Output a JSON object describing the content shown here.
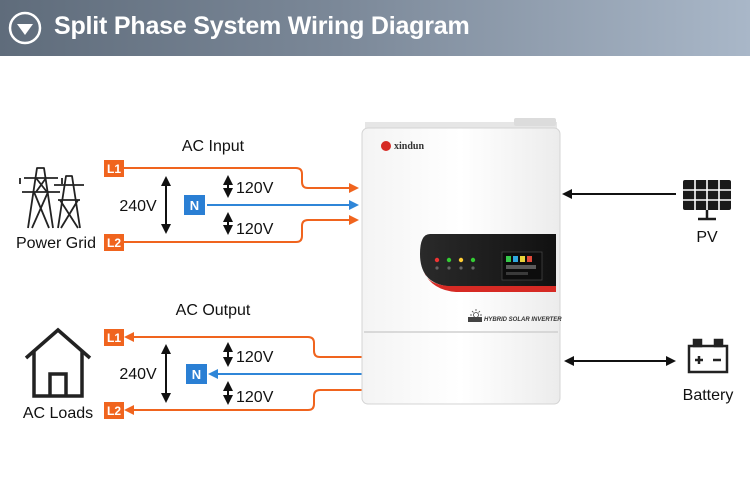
{
  "header": {
    "title": "Split Phase System Wiring Diagram",
    "icon": "chevron-down-circle-icon"
  },
  "input": {
    "title": "AC Input",
    "l1": "L1",
    "n": "N",
    "l2": "L2",
    "total_voltage": "240V",
    "upper_voltage": "120V",
    "lower_voltage": "120V",
    "source_label": "Power Grid",
    "source_icon": "power-tower-icon"
  },
  "output": {
    "title": "AC Output",
    "l1": "L1",
    "n": "N",
    "l2": "L2",
    "total_voltage": "240V",
    "upper_voltage": "120V",
    "lower_voltage": "120V",
    "load_label": "AC Loads",
    "load_icon": "house-icon"
  },
  "inverter": {
    "brand": "xindun",
    "model": "HYBRID SOLAR INVERTER"
  },
  "pv": {
    "label": "PV",
    "icon": "solar-panel-icon"
  },
  "battery": {
    "label": "Battery",
    "icon": "battery-icon"
  },
  "colors": {
    "line_live": "#f0641e",
    "line_neutral": "#2f86d8",
    "tag_live": "#f0641e",
    "tag_neutral": "#2a7fd4",
    "header": "#6f7c8c",
    "inverter_panel": "#1b1b1b",
    "inverter_accent": "#d62a24"
  }
}
